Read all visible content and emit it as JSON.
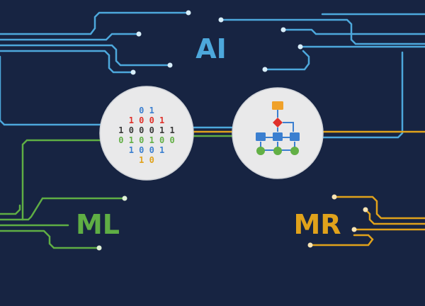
{
  "labels": {
    "ai": "AI",
    "ml": "ML",
    "mr": "MR"
  },
  "binary_rows": [
    "0 1",
    "1 0 0 1",
    "1 0 0 0 1 1",
    "0 1 0 1 0 0",
    "1 0 0 1",
    "1 0"
  ],
  "icons": {
    "left_node": "binary-data-icon",
    "right_node": "flowchart-icon"
  },
  "colors": {
    "background": "#172442",
    "ai_circuit": "#4da8dc",
    "ml_circuit": "#5fae44",
    "mr_circuit": "#e0a21b",
    "node_fill": "#e9e9ea",
    "flow_box": "#3b7fd0",
    "flow_decision": "#e0312b",
    "flow_top": "#f0a12a",
    "flow_leaf": "#63b046"
  }
}
